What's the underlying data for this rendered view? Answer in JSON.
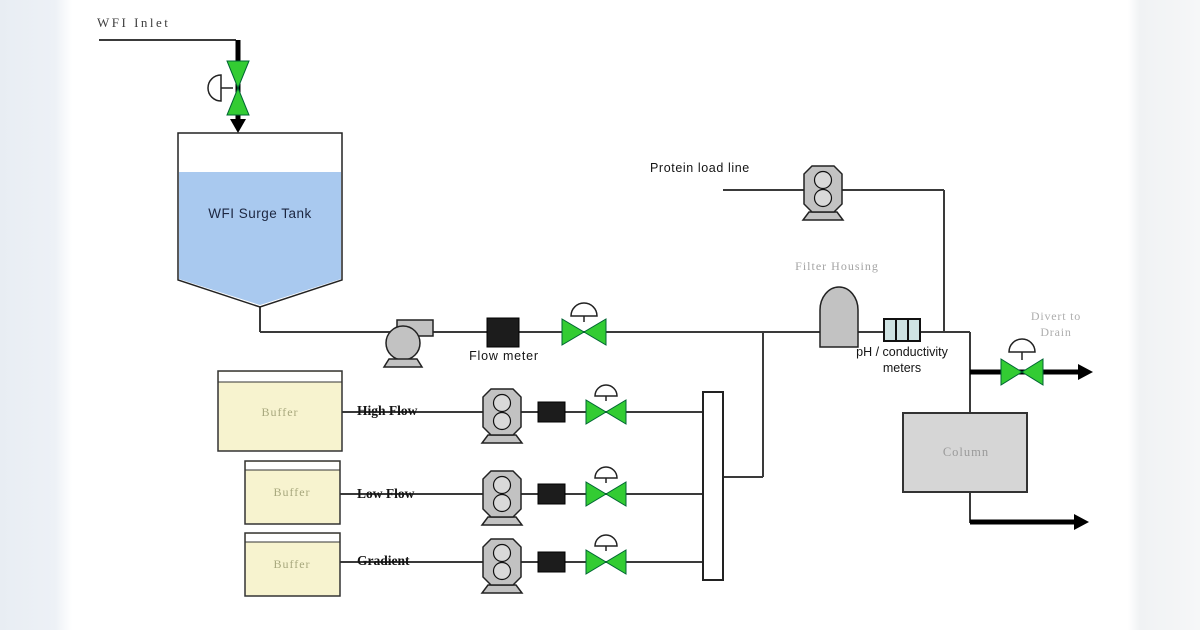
{
  "diagram": {
    "type": "process-flow-diagram",
    "wfi_inlet_label": "WFI Inlet",
    "surge_tank": {
      "label": "WFI Surge Tank"
    },
    "main_line": {
      "flow_meter_label": "Flow meter"
    },
    "protein_line": {
      "label": "Protein load line"
    },
    "filter_housing": {
      "label": "Filter Housing"
    },
    "ph_meter": {
      "label_line1": "pH / conductivity",
      "label_line2": "meters"
    },
    "divert": {
      "label_line1": "Divert to",
      "label_line2": "Drain"
    },
    "column": {
      "label": "Column"
    },
    "buffer_tanks": [
      {
        "label": "Buffer",
        "line_label": "High Flow"
      },
      {
        "label": "Buffer",
        "line_label": "Low Flow"
      },
      {
        "label": "Buffer",
        "line_label": "Gradient"
      }
    ]
  },
  "colors": {
    "valve_green": "#33cc33",
    "equipment_gray": "#c2c2c2",
    "pump_roller_gray": "#d9d9d9",
    "column_gray": "#d6d6d6",
    "tank_blue": "#a9c9ef",
    "buffer_cream": "#f7f3cf",
    "meter_cyan": "#cfe3e3",
    "flow_meter_black": "#1c1c1c"
  },
  "icons": {
    "valve": "bowtie-valve-icon",
    "dome_actuator": "dome-actuator-icon",
    "centrifugal_pump": "centrifugal-pump-icon",
    "peristaltic_pump": "peristaltic-pump-icon",
    "arrow": "flow-arrow-icon"
  }
}
